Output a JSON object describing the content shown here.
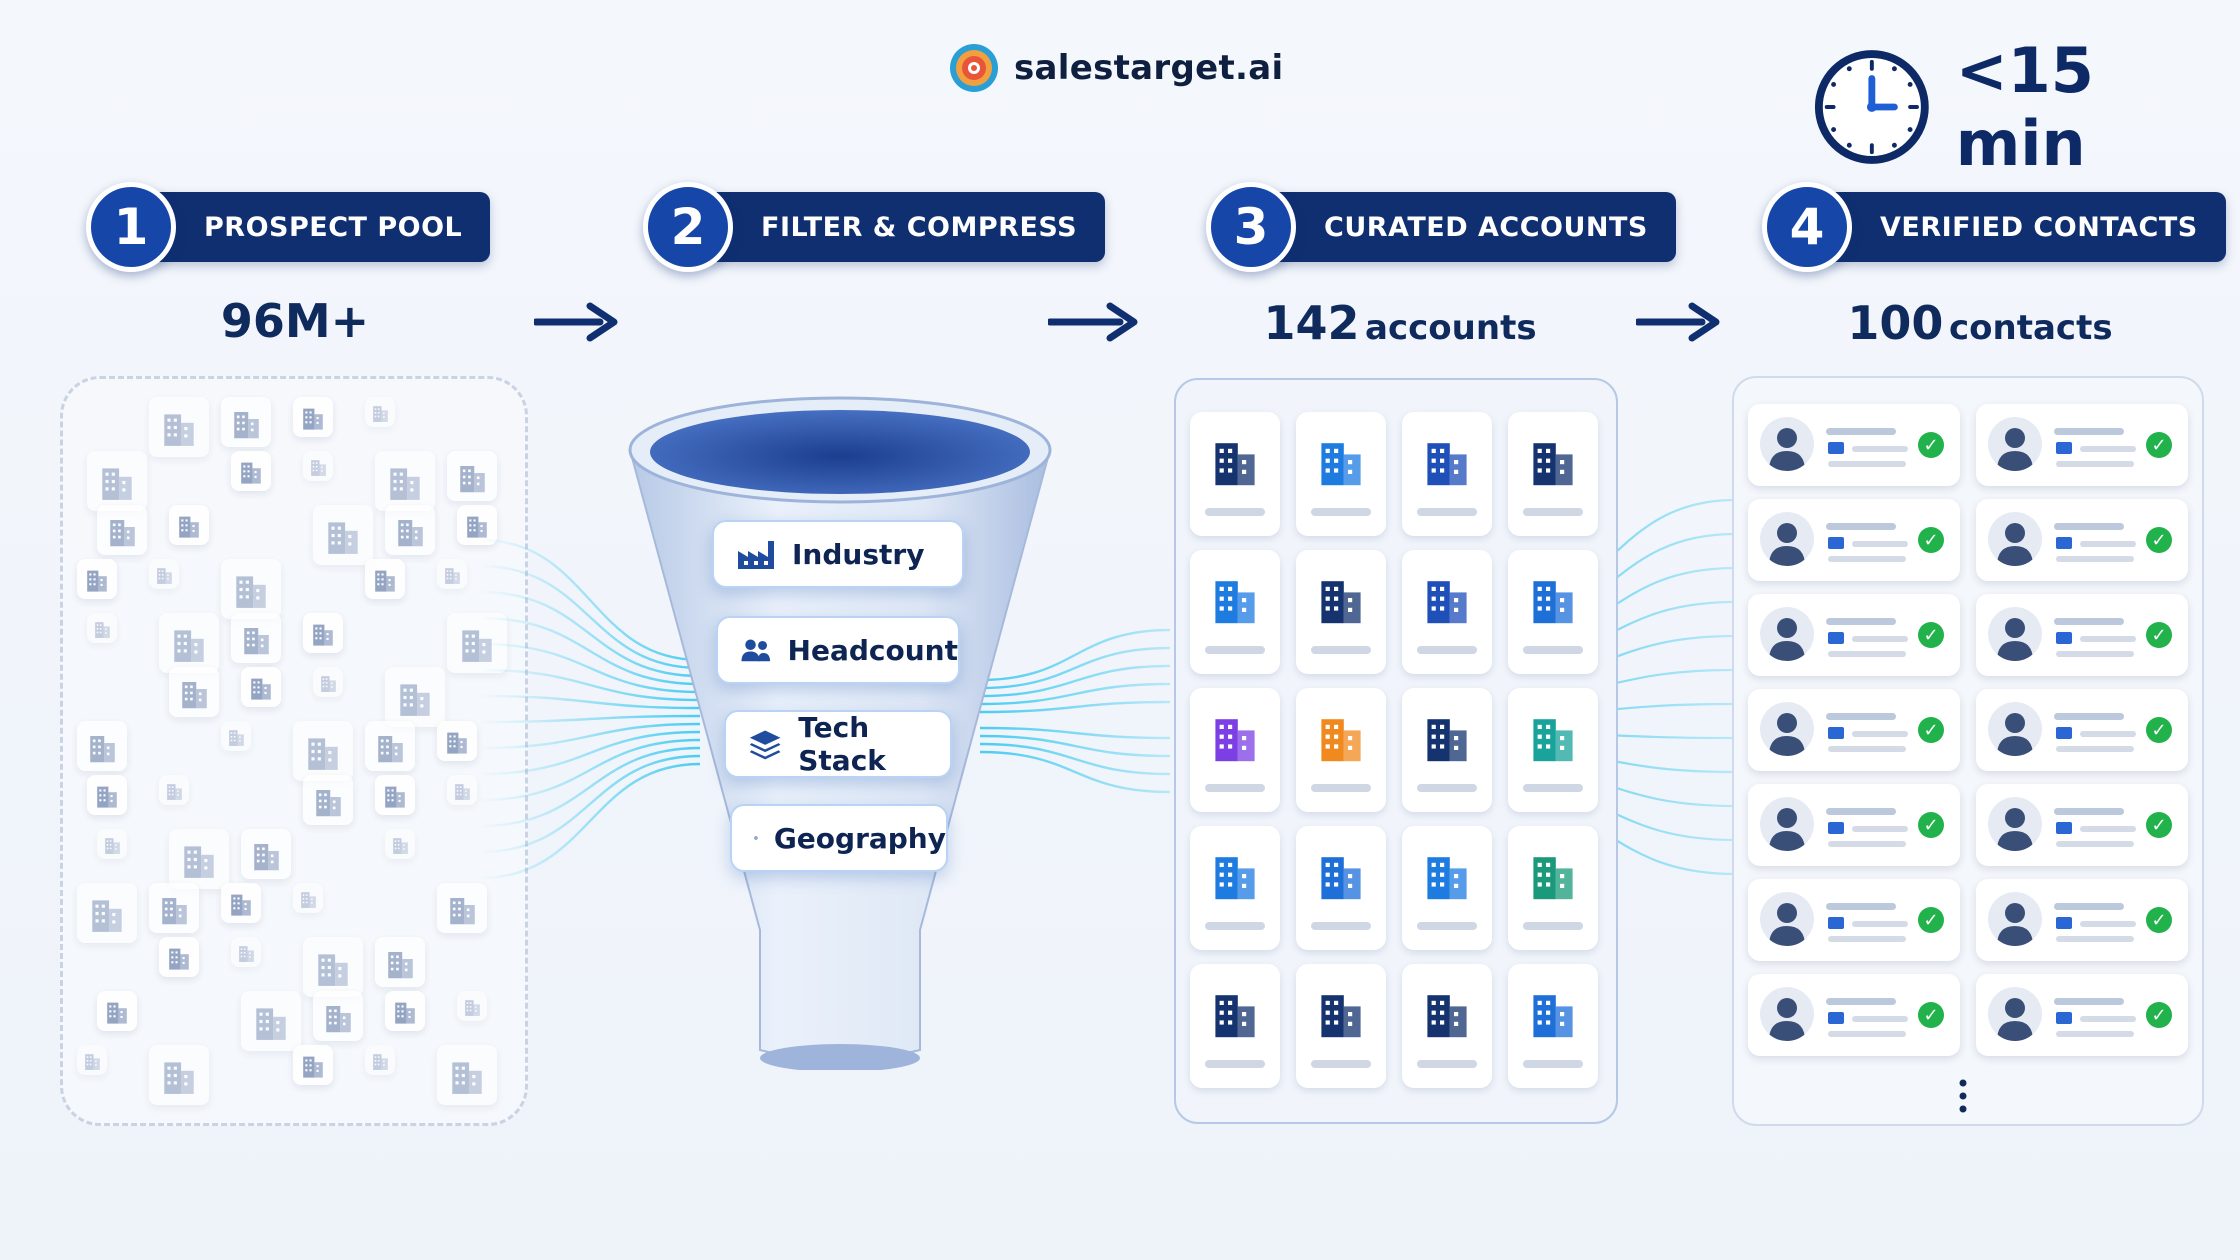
{
  "brand": {
    "name": "salestarget.ai",
    "logo_icon": "target-logo-icon"
  },
  "timer": {
    "text": "<15 min",
    "icon": "clock-icon"
  },
  "steps": [
    {
      "number": "1",
      "label": "PROSPECT POOL",
      "count_value": "96M+",
      "count_unit": ""
    },
    {
      "number": "2",
      "label": "FILTER & COMPRESS",
      "count_value": "",
      "count_unit": ""
    },
    {
      "number": "3",
      "label": "CURATED ACCOUNTS",
      "count_value": "142",
      "count_unit": "accounts"
    },
    {
      "number": "4",
      "label": "VERIFIED CONTACTS",
      "count_value": "100",
      "count_unit": "contacts"
    }
  ],
  "filters": [
    {
      "label": "Industry",
      "icon": "factory-icon"
    },
    {
      "label": "Headcount",
      "icon": "people-icon"
    },
    {
      "label": "Tech Stack",
      "icon": "layers-icon"
    },
    {
      "label": "Geography",
      "icon": "globe-icon"
    }
  ],
  "colors": {
    "primary": "#1647a8",
    "navy": "#0f2f70",
    "accent_cyan": "#38c8f0",
    "check_green": "#22b24c"
  }
}
